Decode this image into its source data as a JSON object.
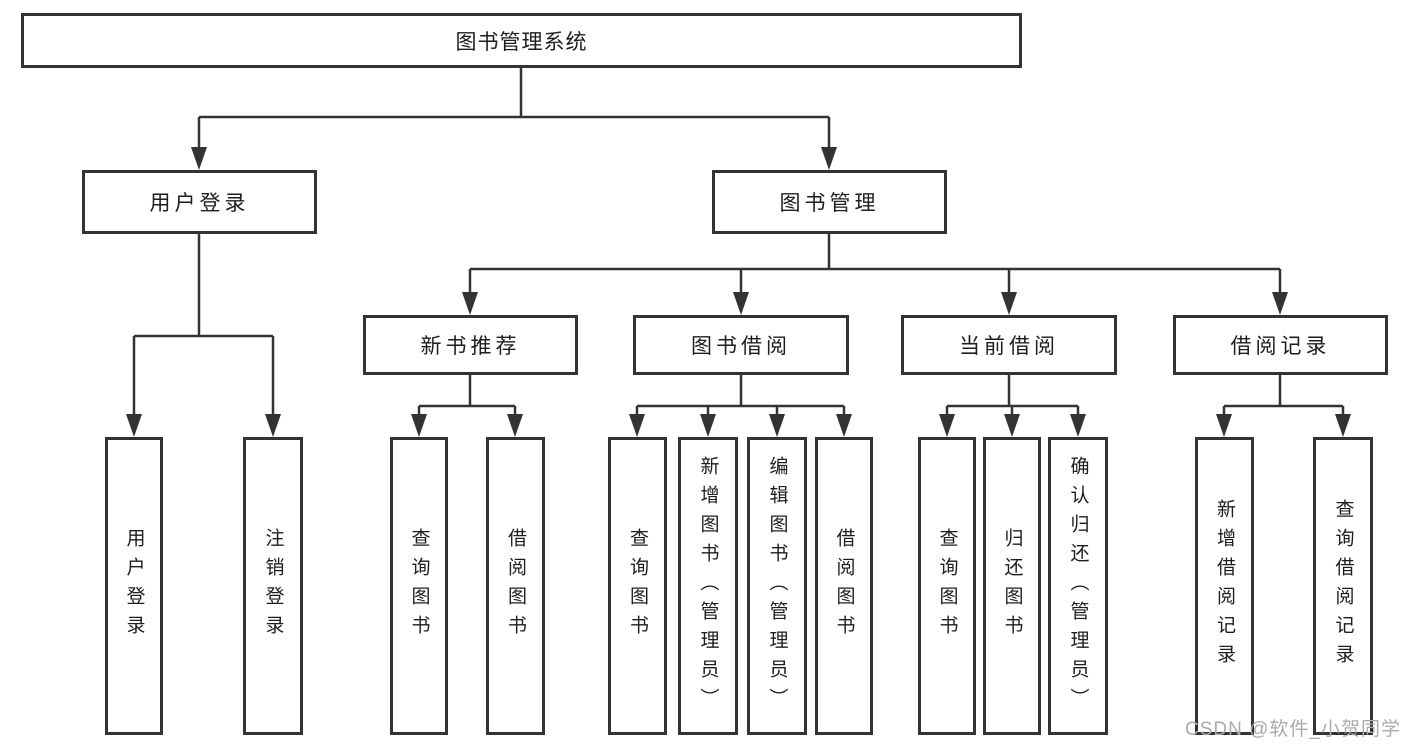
{
  "diagram": {
    "root": "图书管理系统",
    "branches": [
      {
        "label": "用户登录",
        "children": [
          "用户登录",
          "注销登录"
        ]
      },
      {
        "label": "图书管理",
        "groups": [
          {
            "label": "新书推荐",
            "children": [
              "查询图书",
              "借阅图书"
            ]
          },
          {
            "label": "图书借阅",
            "children": [
              "查询图书",
              "新增图书（管理员）",
              "编辑图书（管理员）",
              "借阅图书"
            ]
          },
          {
            "label": "当前借阅",
            "children": [
              "查询图书",
              "归还图书",
              "确认归还（管理员）"
            ]
          },
          {
            "label": "借阅记录",
            "children": [
              "新增借阅记录",
              "查询借阅记录"
            ]
          }
        ]
      }
    ]
  },
  "watermark": "CSDN @软件_小贺同学",
  "colors": {
    "line": "#333333",
    "text": "#1d1d1f",
    "watermark": "#ababab",
    "background": "#ffffff"
  }
}
